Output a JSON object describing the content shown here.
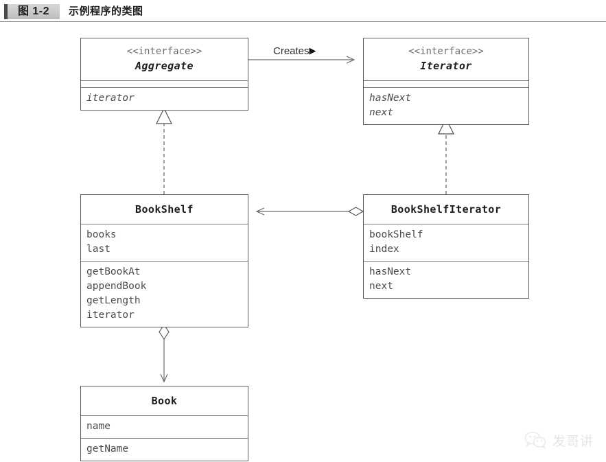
{
  "figure": {
    "tag": "图 1-2",
    "title": "示例程序的类图"
  },
  "diagram": {
    "type": "uml-class-diagram",
    "classes": [
      {
        "id": "aggregate",
        "stereotype": "<<interface>>",
        "name": "Aggregate",
        "abstract": true,
        "attributes": [],
        "methods": [
          "iterator"
        ],
        "methods_abstract": true
      },
      {
        "id": "iterator",
        "stereotype": "<<interface>>",
        "name": "Iterator",
        "abstract": true,
        "attributes": [],
        "methods": [
          "hasNext",
          "next"
        ],
        "methods_abstract": true
      },
      {
        "id": "bookshelf",
        "stereotype": "",
        "name": "BookShelf",
        "abstract": false,
        "attributes": [
          "books",
          "last"
        ],
        "methods": [
          "getBookAt",
          "appendBook",
          "getLength",
          "iterator"
        ],
        "methods_abstract": false
      },
      {
        "id": "bookshelfiterator",
        "stereotype": "",
        "name": "BookShelfIterator",
        "abstract": false,
        "attributes": [
          "bookShelf",
          "index"
        ],
        "methods": [
          "hasNext",
          "next"
        ],
        "methods_abstract": false
      },
      {
        "id": "book",
        "stereotype": "",
        "name": "Book",
        "abstract": false,
        "attributes": [
          "name"
        ],
        "methods": [
          "getName"
        ],
        "methods_abstract": false
      }
    ],
    "relations": [
      {
        "id": "creates",
        "from": "Aggregate",
        "to": "Iterator",
        "kind": "dependency-association",
        "label": "Creates",
        "label_marker": "▶"
      },
      {
        "id": "bookshelf-implements-aggregate",
        "from": "BookShelf",
        "to": "Aggregate",
        "kind": "realization",
        "label": ""
      },
      {
        "id": "bookshelfiterator-implements-iterator",
        "from": "BookShelfIterator",
        "to": "Iterator",
        "kind": "realization",
        "label": ""
      },
      {
        "id": "bookshelfiterator-aggregates-bookshelf",
        "from": "BookShelfIterator",
        "to": "BookShelf",
        "kind": "aggregation",
        "label": ""
      },
      {
        "id": "bookshelf-aggregates-book",
        "from": "BookShelf",
        "to": "Book",
        "kind": "aggregation",
        "label": ""
      }
    ]
  },
  "watermark": {
    "text": "发哥讲",
    "icon": "wechat-icon"
  },
  "colors": {
    "box_border": "#5b5b5b",
    "divider": "#7d7d7d",
    "edge": "#6b6b6b",
    "caption_tag_bg": "#c9c9c9",
    "text": "#1c1c1c",
    "member_text": "#4b4b4b",
    "stereotype_text": "#6e6e6e"
  }
}
